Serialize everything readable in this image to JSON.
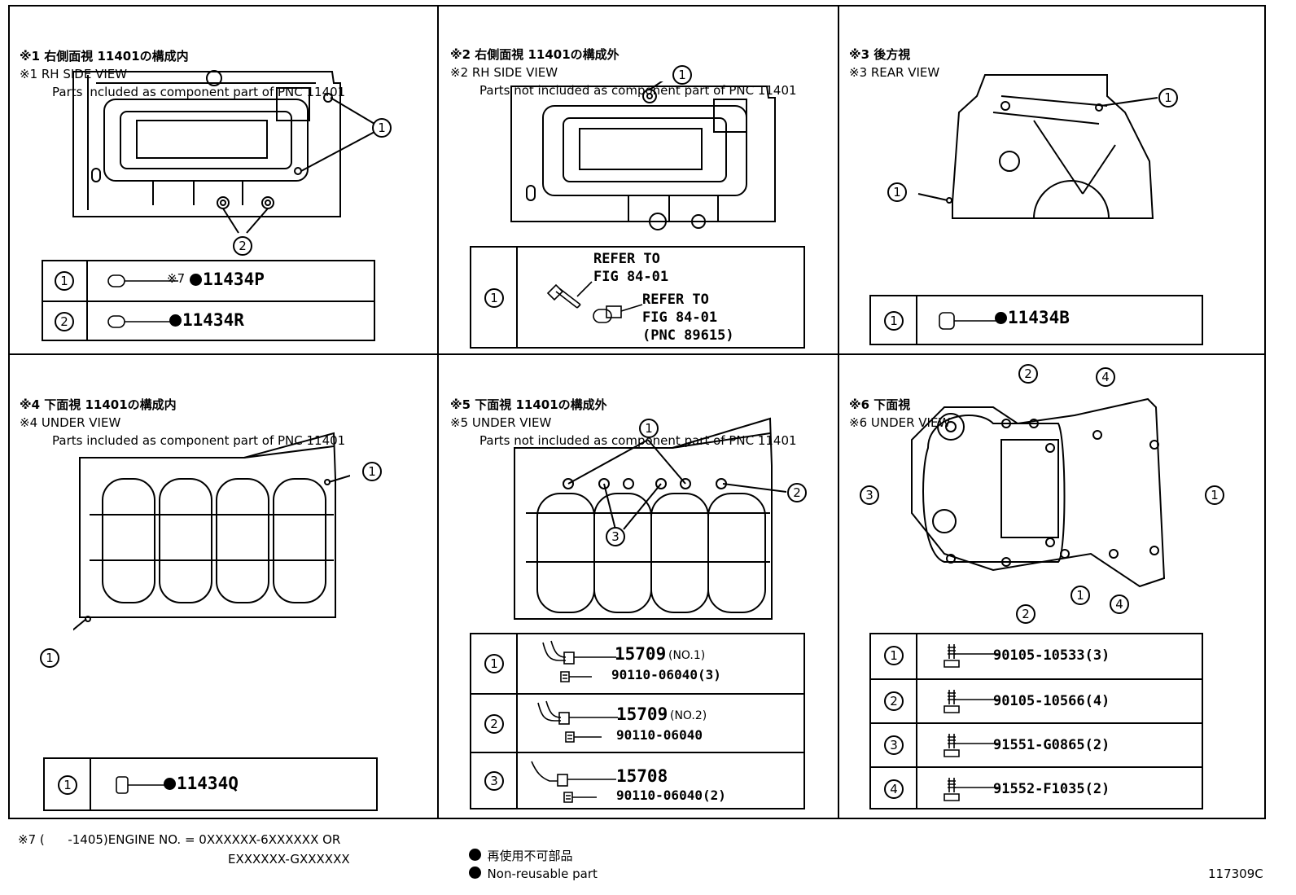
{
  "panels": [
    {
      "jp": "※1 右側面視 11401の構成内",
      "en": "※1 RH SIDE VIEW",
      "desc": "Parts included as component part of PNC 11401"
    },
    {
      "jp": "※2 右側面視 11401の構成外",
      "en": "※2 RH SIDE VIEW",
      "desc": "Parts not included as component part of PNC 11401"
    },
    {
      "jp": "※3 後方視",
      "en": "※3 REAR VIEW",
      "desc": ""
    },
    {
      "jp": "※4 下面視 11401の構成内",
      "en": "※4 UNDER VIEW",
      "desc": "Parts included as component part of PNC 11401"
    },
    {
      "jp": "※5 下面視 11401の構成外",
      "en": "※5 UNDER VIEW",
      "desc": "Parts not included as component part of PNC 11401"
    },
    {
      "jp": "※6 下面視",
      "en": "※6 UNDER VIEW",
      "desc": ""
    }
  ],
  "callout_labels": [
    "1",
    "2",
    "3",
    "4"
  ],
  "legends": {
    "p1": {
      "rows": [
        {
          "n": "1",
          "note": "※7",
          "part": "11434P"
        },
        {
          "n": "2",
          "note": "",
          "part": "11434R"
        }
      ]
    },
    "p2": {
      "rows": [
        {
          "n": "1",
          "refer1": "REFER TO",
          "fig1": "FIG 84-01",
          "refer2": "REFER TO",
          "fig2": "FIG 84-01",
          "pnc": "(PNC 89615)"
        }
      ]
    },
    "p3": {
      "rows": [
        {
          "n": "1",
          "part": "11434B"
        }
      ]
    },
    "p4": {
      "rows": [
        {
          "n": "1",
          "part": "11434Q"
        }
      ]
    },
    "p5": {
      "rows": [
        {
          "n": "1",
          "part": "15709",
          "suffix": "(NO.1)",
          "bolt": "90110-06040(3)"
        },
        {
          "n": "2",
          "part": "15709",
          "suffix": "(NO.2)",
          "bolt": "90110-06040"
        },
        {
          "n": "3",
          "part": "15708",
          "suffix": "",
          "bolt": "90110-06040(2)"
        }
      ]
    },
    "p6": {
      "rows": [
        {
          "n": "1",
          "part": "90105-10533(3)"
        },
        {
          "n": "2",
          "part": "90105-10566(4)"
        },
        {
          "n": "3",
          "part": "91551-G0865(2)"
        },
        {
          "n": "4",
          "part": "91552-F1035(2)"
        }
      ]
    }
  },
  "footnote": {
    "line1": "※7 (      -1405)ENGINE NO. = 0XXXXXX-6XXXXXX OR",
    "line2": "EXXXXXX-GXXXXXX"
  },
  "legend_key": {
    "jp": "再使用不可部品",
    "en": "Non-reusable part"
  },
  "figure_id": "117309C"
}
